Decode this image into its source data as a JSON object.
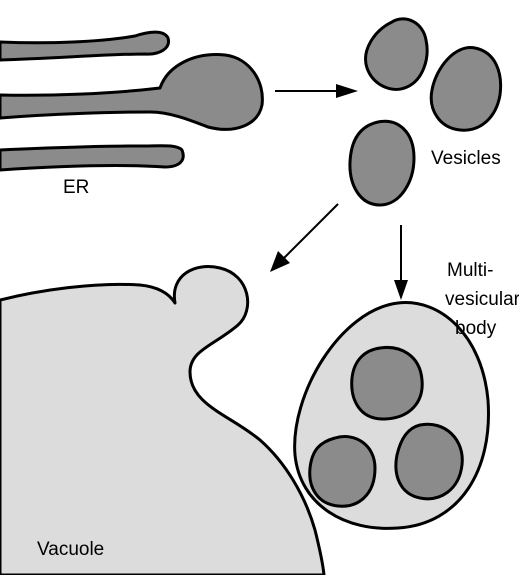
{
  "labels": {
    "er": "ER",
    "vesicles": "Vesicles",
    "mvb_line1": "Multi-",
    "mvb_line2": "vesicular",
    "mvb_line3": "body",
    "vacuole": "Vacuole"
  },
  "colors": {
    "organelle_fill": "#8b8b8b",
    "vacuole_fill": "#dcdcdc",
    "outline": "#000000",
    "background": "#ffffff"
  }
}
